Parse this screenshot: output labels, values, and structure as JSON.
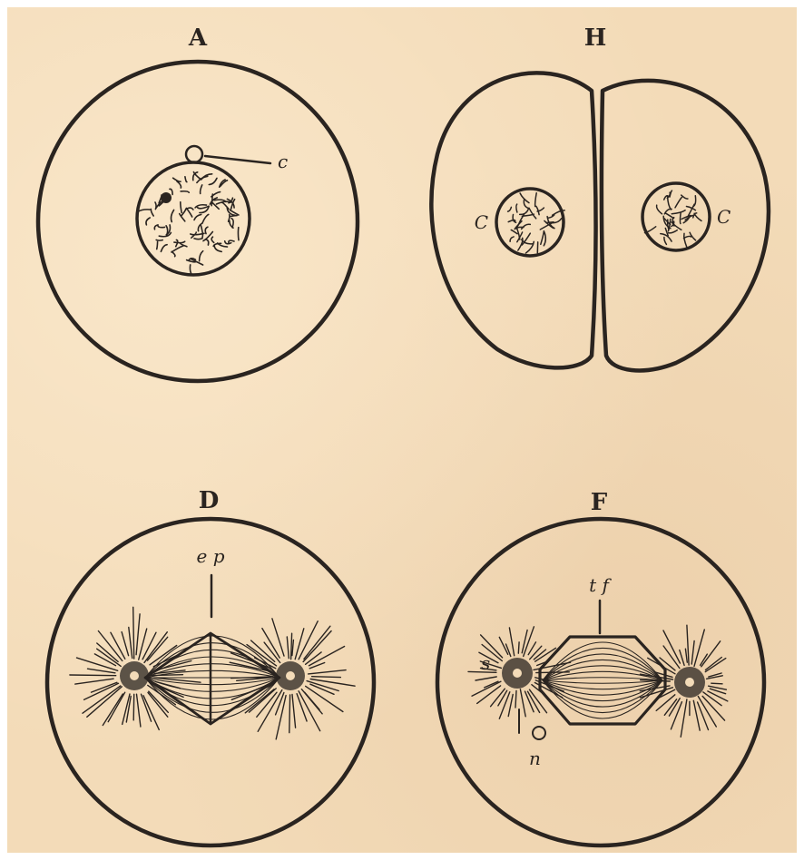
{
  "panels": {
    "a": {
      "letter": "A",
      "label_c": "c"
    },
    "h": {
      "letter": "H",
      "label_left": "C",
      "label_right": "C"
    },
    "d": {
      "letter": "D",
      "label_ep": "e p"
    },
    "f": {
      "letter": "F",
      "label_tf": "t f",
      "label_s": "s",
      "label_n": "n"
    }
  },
  "colors": {
    "paper": "#f3dbb8",
    "ink": "#2a2420"
  }
}
